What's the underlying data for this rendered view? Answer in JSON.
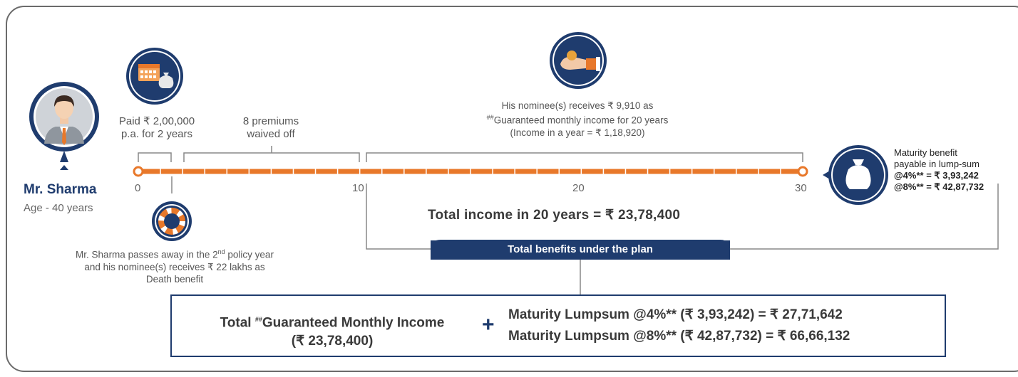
{
  "person": {
    "name": "Mr. Sharma",
    "age": "Age - 40 years"
  },
  "paid_label": {
    "line1": "Paid ₹ 2,00,000",
    "line2": "p.a. for 2 years"
  },
  "waived_label": {
    "line1": "8 premiums",
    "line2": "waived off"
  },
  "nominee_income": {
    "line1": "His nominee(s) receives ₹ 9,910 as",
    "line2_prefix": "##",
    "line2": "Guaranteed monthly income for 20 years",
    "line3": "(Income in a year = ₹ 1,18,920)"
  },
  "maturity": {
    "line1": "Maturity benefit",
    "line2": "payable in lump-sum",
    "line3": "@4%** = ₹ 3,93,242",
    "line4": "@8%** = ₹ 42,87,732"
  },
  "timeline": {
    "start_year": 0,
    "end_year": 30,
    "ticks": [
      "0",
      "10",
      "20",
      "30"
    ],
    "paid_years": 2,
    "waived_until_year": 10,
    "income_from_year": 10,
    "income_to_year": 30
  },
  "death": {
    "line1_prefix": "Mr. Sharma passes away in the 2",
    "line1_sup": "nd",
    "line1_suffix": " policy year",
    "line2": "and his nominee(s) receives ₹ 22 lakhs as",
    "line3": "Death benefit"
  },
  "total_income": "Total income in 20 years = ₹ 23,78,400",
  "banner": "Total benefits under the plan",
  "summary": {
    "left_line1_prefix": "Total ",
    "left_line1_sup": "##",
    "left_line1": "Guaranteed Monthly Income",
    "left_line2": "(₹ 23,78,400)",
    "plus": "+",
    "right_line1": "Maturity Lumpsum @4%** (₹ 3,93,242) = ₹ 27,71,642",
    "right_line2": "Maturity Lumpsum @8%** (₹ 42,87,732) = ₹ 66,66,132"
  },
  "colors": {
    "navy": "#1f3c6e",
    "orange": "#e8782a",
    "gray": "#6b6b6b"
  },
  "icons": [
    "person-avatar-icon",
    "calendar-moneybag-icon",
    "hand-receiving-coin-icon",
    "lifebuoy-icon",
    "money-bag-icon"
  ]
}
